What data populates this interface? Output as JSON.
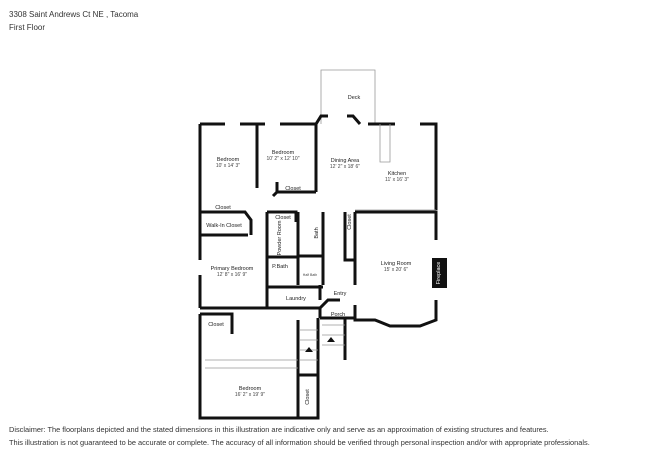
{
  "header": {
    "address": "3308 Saint Andrews Ct NE , Tacoma",
    "floor": "First Floor"
  },
  "rooms": {
    "deck": {
      "name": "Deck"
    },
    "bedroom_1": {
      "name": "Bedroom",
      "dims": "10' x 14' 3\""
    },
    "bedroom_2": {
      "name": "Bedroom",
      "dims": "10' 2\" x 12' 10\""
    },
    "dining": {
      "name": "Dining Area",
      "dims": "12' 2\" x 18' 6\""
    },
    "kitchen": {
      "name": "Kitchen",
      "dims": "11' x 16' 3\""
    },
    "closet_b2": {
      "name": "Closet"
    },
    "closet_b1": {
      "name": "Closet"
    },
    "walk_in": {
      "name": "Walk-In Closet"
    },
    "closet_hall": {
      "name": "Closet"
    },
    "powder": {
      "name": "Powder Room"
    },
    "bath": {
      "name": "Bath"
    },
    "closet_living": {
      "name": "Closet"
    },
    "living": {
      "name": "Living Room",
      "dims": "15' x 20' 6\""
    },
    "fireplace": {
      "name": "Fireplace"
    },
    "primary": {
      "name": "Primary Bedroom",
      "dims": "12' 8\" x 16' 9\""
    },
    "pbath": {
      "name": "P.Bath"
    },
    "half_bath": {
      "name": "Half Bath"
    },
    "laundry": {
      "name": "Laundry"
    },
    "entry": {
      "name": "Entry"
    },
    "porch": {
      "name": "Porch"
    },
    "closet_lower": {
      "name": "Closet"
    },
    "bedroom_3": {
      "name": "Bedroom",
      "dims": "16' 2\" x 19' 9\""
    },
    "closet_b3": {
      "name": "Closet"
    }
  },
  "disclaimer": {
    "line1": "Disclaimer: The floorplans depicted and the stated dimensions in this illustration are indicative only and serve as an approximation of existing structures and features.",
    "line2": "This illustration is not guaranteed to be accurate or complete. The accuracy of all information should be verified through personal inspection and/or with appropriate professionals."
  }
}
